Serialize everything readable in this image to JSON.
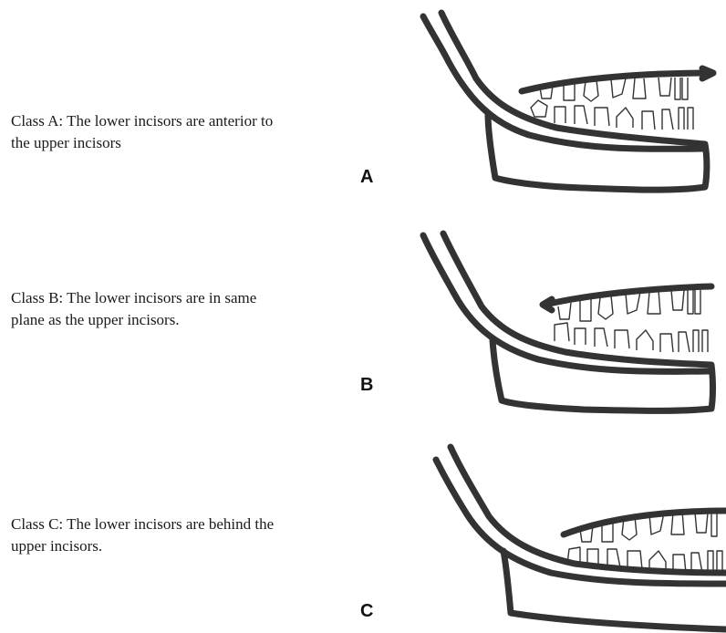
{
  "panels": [
    {
      "letter": "A",
      "caption": "Class A: The lower incisors are anterior to the upper incisors"
    },
    {
      "letter": "B",
      "caption": "Class B: The lower incisors are in same plane as the upper incisors."
    },
    {
      "letter": "C",
      "caption": "Class C: The lower incisors are behind the upper incisors."
    }
  ]
}
